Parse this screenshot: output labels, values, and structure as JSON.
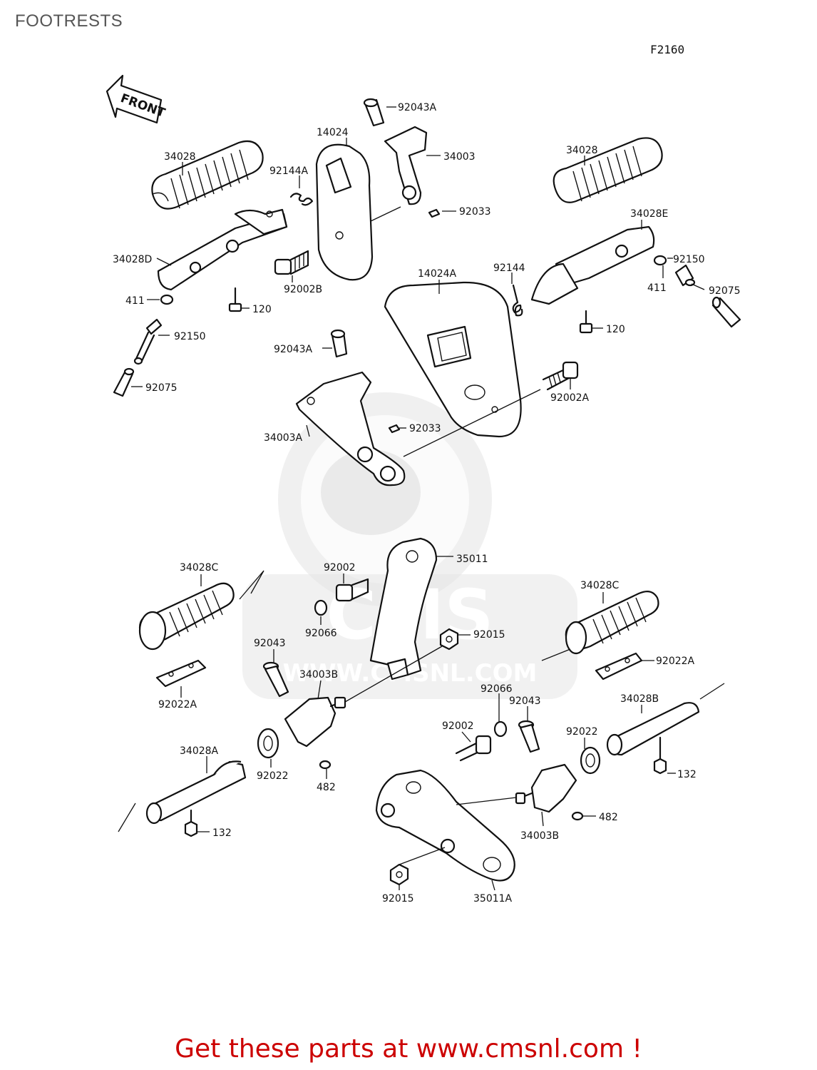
{
  "title": "FOOTRESTS",
  "figure_code": "F2160",
  "front_arrow_label": "FRONT",
  "watermark": {
    "brand": "CMS",
    "url": "WWW.CMSNL.COM"
  },
  "footer": {
    "prefix": "Get these parts at ",
    "link_text": "www.cmsnl.com",
    "suffix": " !"
  },
  "labels": {
    "92043A_top": "92043A",
    "14024": "14024",
    "34003": "34003",
    "34028_left": "34028",
    "92144A": "92144A",
    "92033_top": "92033",
    "34028_right": "34028",
    "34028E": "34028E",
    "34028D": "34028D",
    "92002B": "92002B",
    "14024A": "14024A",
    "92144": "92144",
    "92150_right": "92150",
    "411_left": "411",
    "120_left": "120",
    "411_right": "411",
    "92075_right": "92075",
    "92150_left": "92150",
    "120_right": "120",
    "92043A_mid": "92043A",
    "92075_left": "92075",
    "92002A": "92002A",
    "92033_mid": "92033",
    "34003A": "34003A",
    "35011": "35011",
    "34028C_left": "34028C",
    "92002_top": "92002",
    "34028C_right": "34028C",
    "92066_left": "92066",
    "92015_top": "92015",
    "92043_left": "92043",
    "34003B_left": "34003B",
    "92022A_right": "92022A",
    "92022A_left": "92022A",
    "92066_right": "92066",
    "34028B": "34028B",
    "92043_right": "92043",
    "92002_bottom": "92002",
    "92022_right": "92022",
    "34028A": "34028A",
    "92022_left": "92022",
    "132_right": "132",
    "482_left": "482",
    "482_right": "482",
    "132_left": "132",
    "34003B_right": "34003B",
    "92015_bottom": "92015",
    "35011A": "35011A"
  }
}
